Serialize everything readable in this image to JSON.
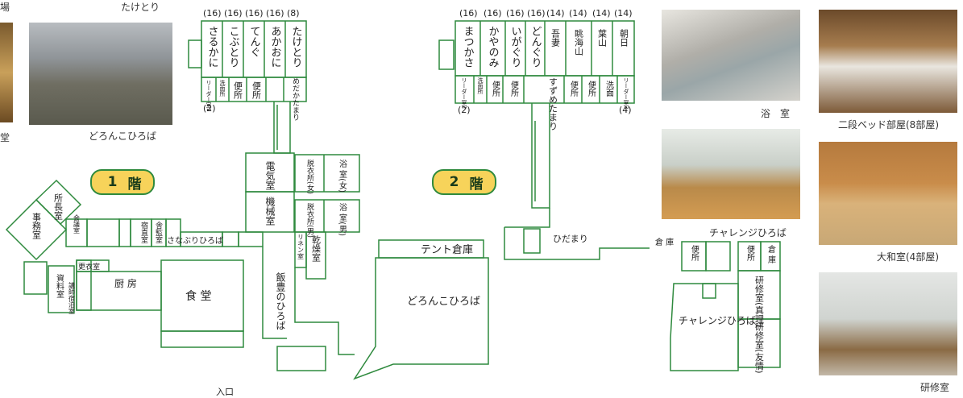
{
  "floor1": {
    "badge_num": "1",
    "badge_kanji": "階",
    "caps": {
      "small": "(16)",
      "tatetori": "(8)",
      "two": "(2)"
    },
    "rooms": {
      "sarukani": "さるかに",
      "kobutori": "こぶとり",
      "tengu": "てんぐ",
      "akaoni": "あかおに",
      "taketori": "たけとり",
      "leader1": "リーダー室1",
      "washroom": "洗面所",
      "toilet": "便所",
      "medaka": "めだかたまり",
      "denki": "電気室",
      "kikai": "機械室",
      "datsui_f": "脱衣所(女)",
      "bath_f": "浴 室(女)",
      "datsui_m": "脱衣所(男)",
      "bath_m": "浴 室(男)",
      "linen": "リネン室",
      "kanso": "乾燥室",
      "shochou": "所長室",
      "jimu": "事務室",
      "kaigishitsu": "会議室",
      "sanabori": "さなぶりひろば",
      "shukuchoku": "宿直室",
      "kankan": "舎監室",
      "koui": "更衣室",
      "chubo": "厨 房",
      "shokudo": "食 堂",
      "shiryo": "資料室",
      "koushi": "講師宿泊室",
      "iiyutaka": "飯豊のひろば",
      "tent": "テント倉庫",
      "doronko": "どろんこひろば",
      "entrance": "入口"
    }
  },
  "floor2": {
    "badge_num": "2",
    "badge_kanji": "階",
    "caps": {
      "sixteen": "(16)",
      "fourteen": "(14)",
      "two": "(2)",
      "four": "(4)"
    },
    "rooms": {
      "matsukasa": "まつかさ",
      "kayanomi": "かやのみ",
      "igaguri": "いがぐり",
      "donguri": "どんぐり",
      "agatsuma": "吾妻",
      "choukai": "眺海山",
      "hayama": "葉山",
      "asahi": "朝日",
      "leader2": "リーダー室2",
      "washroom": "洗面所",
      "toilet": "便所",
      "suzume": "すずめたまり",
      "senmen": "洗面",
      "leader3": "リーダー室3",
      "hidamari": "ひだまり",
      "souko": "倉 庫",
      "shinri": "研修室(真理)",
      "yujo": "研修室(友情)",
      "challenge": "チャレンジひろば"
    }
  },
  "photos": {
    "top_left_caption": "たけとり",
    "left_edge_char": "場",
    "left_edge_bottom": "堂",
    "doronko_caption": "どろんこひろば",
    "bath_caption": "浴　室",
    "bunk_caption": "二段ベッド部屋(8部屋)",
    "challenge_caption": "チャレンジひろば",
    "yamato_caption": "大和室(4部屋)",
    "kenshu_caption": "研修室"
  }
}
